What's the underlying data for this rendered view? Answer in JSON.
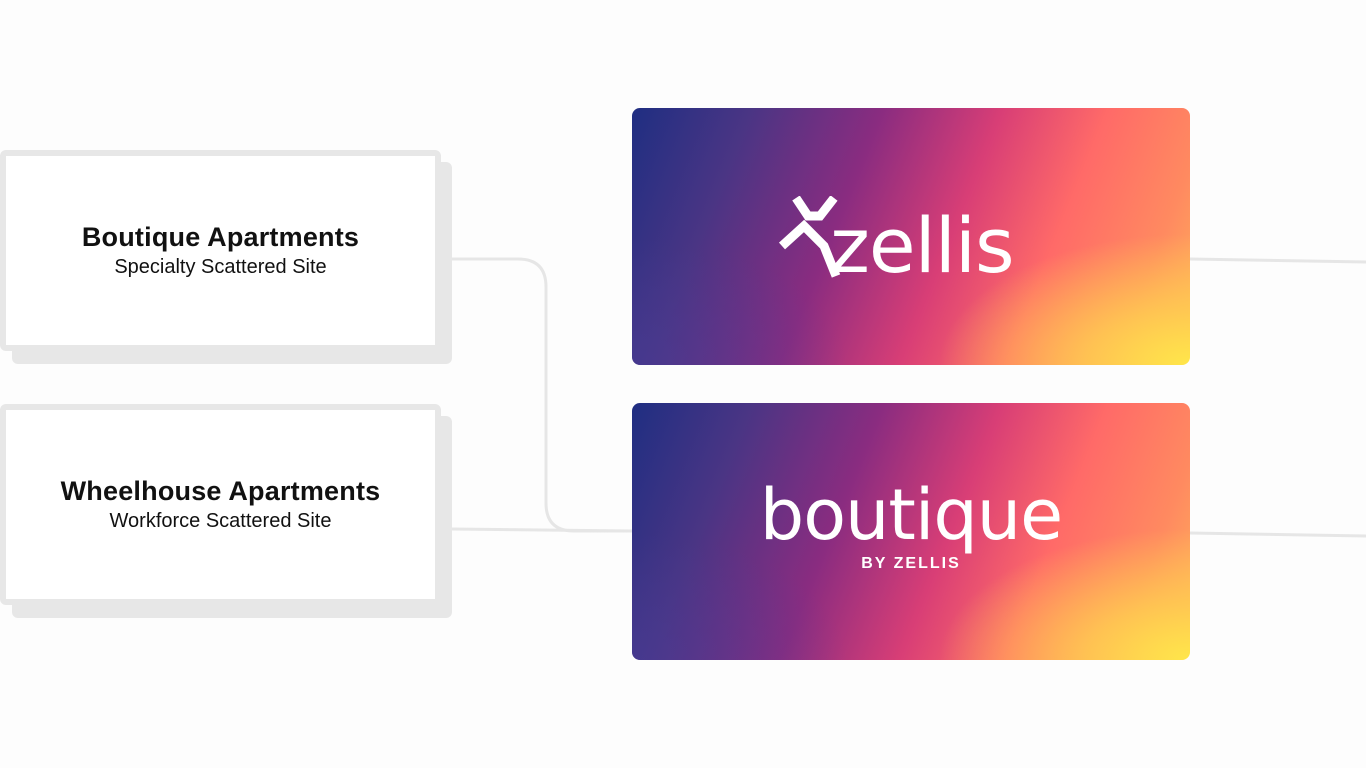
{
  "cards": [
    {
      "title": "Boutique Apartments",
      "subtitle": "Specialty Scattered Site"
    },
    {
      "title": "Wheelhouse Apartments",
      "subtitle": "Workforce Scattered Site"
    }
  ],
  "brands": {
    "zellis": {
      "wordmark": "zellis",
      "icon": "zellis-chevron-mark-icon"
    },
    "boutique": {
      "wordmark": "boutique",
      "tagline": "BY ZELLIS"
    }
  },
  "colors": {
    "card_border": "#e7e7e7",
    "connector": "#e6e6e6",
    "gradient_start": "#1f2e82",
    "gradient_mid": "#d83e76",
    "gradient_end": "#ffe64a",
    "text_dark": "#111111"
  }
}
